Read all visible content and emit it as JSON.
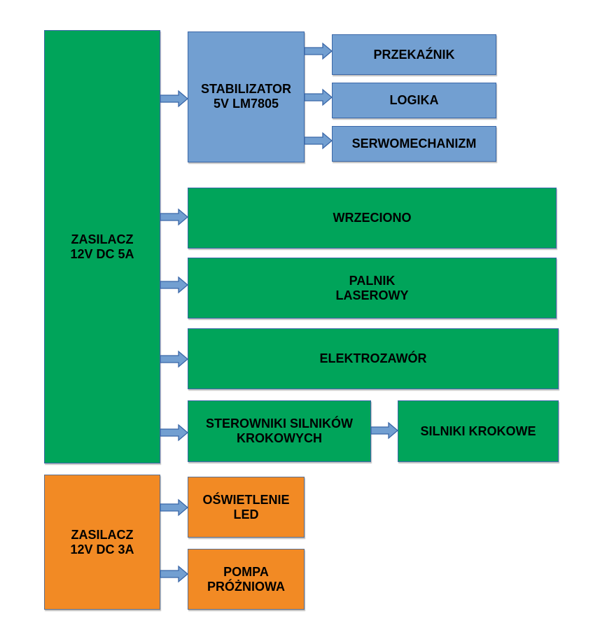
{
  "diagram": {
    "colors": {
      "power_main": "#00a45a",
      "regulated": "#729fd1",
      "power_aux": "#f28a24",
      "arrow": "#729fd1",
      "border": "#3a67a8"
    },
    "nodes": {
      "psu_main": "ZASILACZ\n12V DC 5A",
      "stabilizer": "STABILIZATOR\n5V LM7805",
      "relay": "PRZEKAŹNIK",
      "logic": "LOGIKA",
      "servo": "SERWOMECHANIZM",
      "spindle": "WRZECIONO",
      "laser": "PALNIK\nLASEROWY",
      "solenoid_valve": "ELEKTROZAWÓR",
      "stepper_drivers": "STEROWNIKI SILNIKÓW\nKROKOWYCH",
      "stepper_motors": "SILNIKI KROKOWE",
      "psu_aux": "ZASILACZ\n12V DC 3A",
      "led_lighting": "OŚWIETLENIE\nLED",
      "vacuum_pump": "POMPA\nPRÓŻNIOWA"
    },
    "edges": [
      {
        "from": "psu_main",
        "to": "stabilizer"
      },
      {
        "from": "stabilizer",
        "to": "relay"
      },
      {
        "from": "stabilizer",
        "to": "logic"
      },
      {
        "from": "stabilizer",
        "to": "servo"
      },
      {
        "from": "psu_main",
        "to": "spindle"
      },
      {
        "from": "psu_main",
        "to": "laser"
      },
      {
        "from": "psu_main",
        "to": "solenoid_valve"
      },
      {
        "from": "psu_main",
        "to": "stepper_drivers"
      },
      {
        "from": "stepper_drivers",
        "to": "stepper_motors"
      },
      {
        "from": "psu_aux",
        "to": "led_lighting"
      },
      {
        "from": "psu_aux",
        "to": "vacuum_pump"
      }
    ]
  }
}
